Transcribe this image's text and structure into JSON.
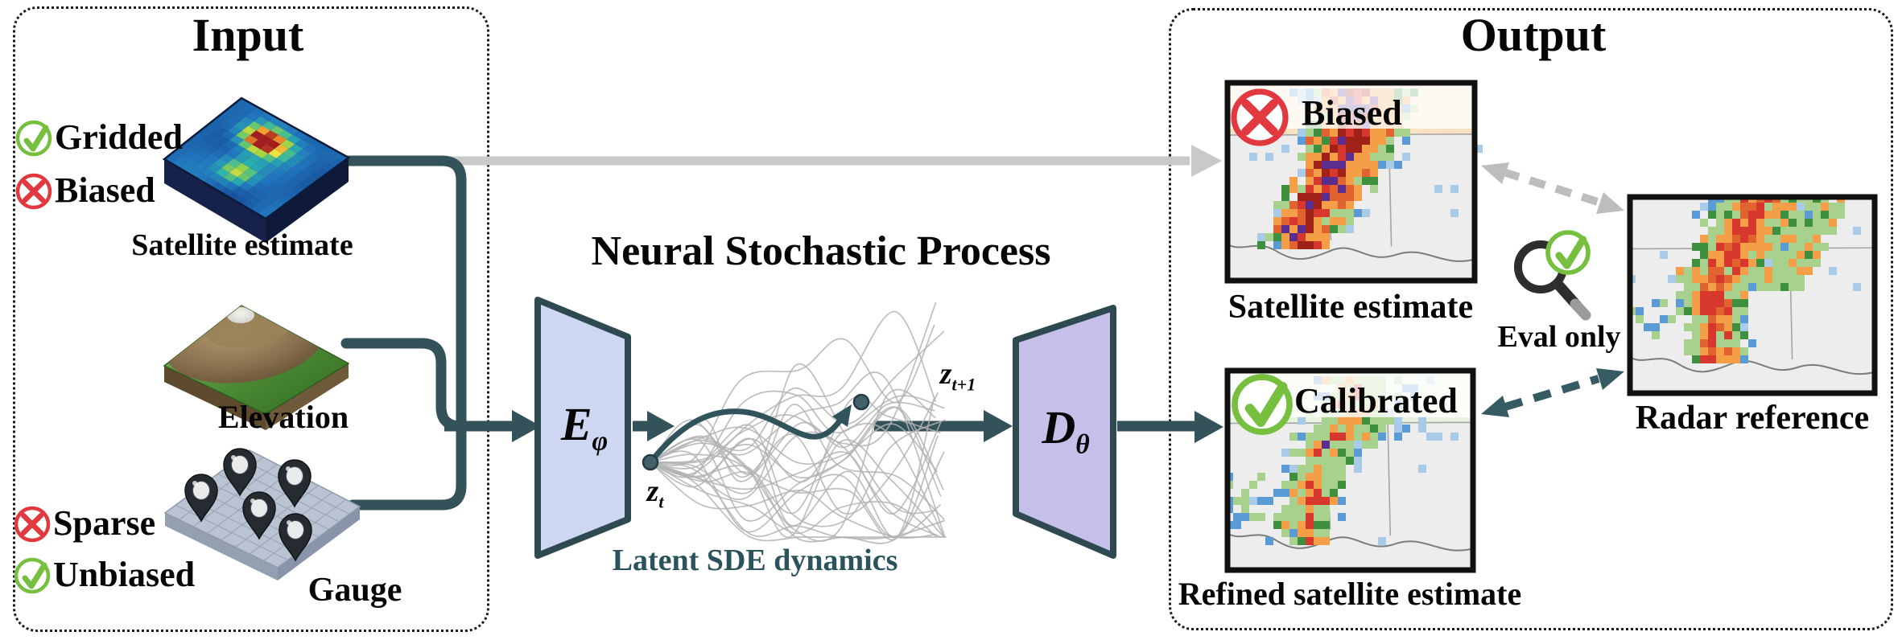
{
  "figure": {
    "input": {
      "title": "Input",
      "badges": [
        {
          "icon": "check-icon",
          "label": "Gridded"
        },
        {
          "icon": "cross-icon",
          "label": "Biased"
        },
        {
          "icon": "cross-icon",
          "label": "Sparse"
        },
        {
          "icon": "check-icon",
          "label": "Unbiased"
        }
      ],
      "satellite_caption": "Satellite estimate",
      "elevation_caption": "Elevation",
      "gauge_caption": "Gauge"
    },
    "process": {
      "title": "Neural Stochastic Process",
      "encoder": {
        "base": "E",
        "sub": "φ"
      },
      "decoder": {
        "base": "D",
        "sub": "θ"
      },
      "z_t": {
        "base": "z",
        "sub": "t"
      },
      "z_t1": {
        "base": "z",
        "sub": "t+1"
      },
      "sde_caption": "Latent SDE dynamics"
    },
    "output": {
      "title": "Output",
      "biased_badge": "Biased",
      "satellite_caption": "Satellite estimate",
      "calibrated_badge": "Calibrated",
      "refined_caption": "Refined satellite estimate",
      "radar_caption": "Radar reference",
      "eval_caption": "Eval only"
    }
  },
  "colors": {
    "teal": "#33525a",
    "teal_text": "#2b535c",
    "gray_arrow": "#c9c9c9",
    "gray_dash": "#bdbdbd",
    "green_icon": "#76bf3f",
    "red_icon": "#e2383f",
    "encoder_fill": "#cdd7f1",
    "decoder_fill": "#c5bfe9",
    "shape_stroke": "#2e4a50",
    "traj_gray": "#b3b3b3",
    "map_bg": "#ededed",
    "map_green": "#a9d18e",
    "map_green_dark": "#3e8f3e",
    "map_orange": "#f49f47",
    "map_red": "#d7372d",
    "map_purple": "#5b2d8e",
    "map_blue": "#5b9bd5",
    "map_blue_light": "#a9cbe8",
    "biased_strip": "#f9e2c2",
    "refined_strip": "#e9f3e0",
    "heat_base": "#1a57a8",
    "slab_side": "#16224a",
    "terrain_green": "#4c8a34",
    "terrain_brown": "#8a7150",
    "gauge_fill": "#bac3d2",
    "pin_dark": "#262b31"
  }
}
